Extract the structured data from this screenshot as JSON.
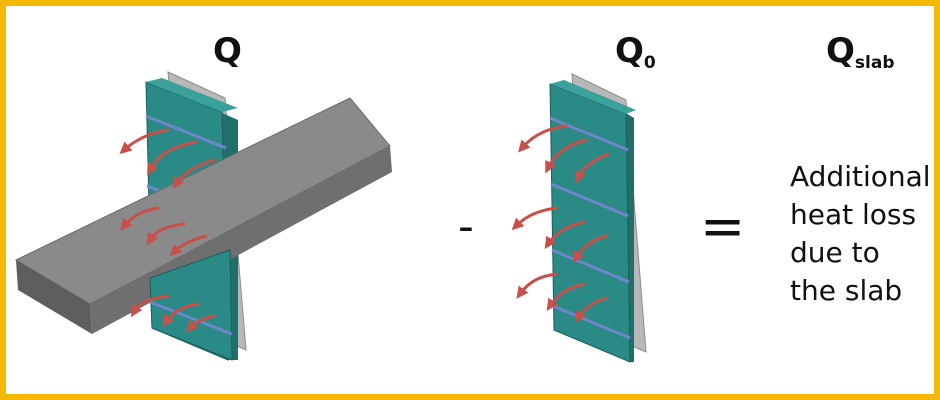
{
  "labels": {
    "q_total": "Q",
    "q_zero": "Q",
    "q_zero_sub": "0",
    "q_slab": "Q",
    "q_slab_sub": "slab"
  },
  "operators": {
    "minus": "-",
    "equals": "="
  },
  "note_lines": [
    "Additional",
    "heat loss",
    "due to",
    "the slab"
  ],
  "colors": {
    "frame": "#f5b800",
    "panel_front": "#2a8a86",
    "panel_side": "#1f6f6c",
    "panel_edge": "#3aa19b",
    "back_sheet": "#b8b8b8",
    "slab_top": "#8a8a8a",
    "slab_side": "#5e5e5e",
    "slab_end": "#6f6f6f",
    "stud": "#6f86c8",
    "arrow": "#c8504a"
  },
  "icons": [
    "heat-flow-arrow-icon"
  ]
}
